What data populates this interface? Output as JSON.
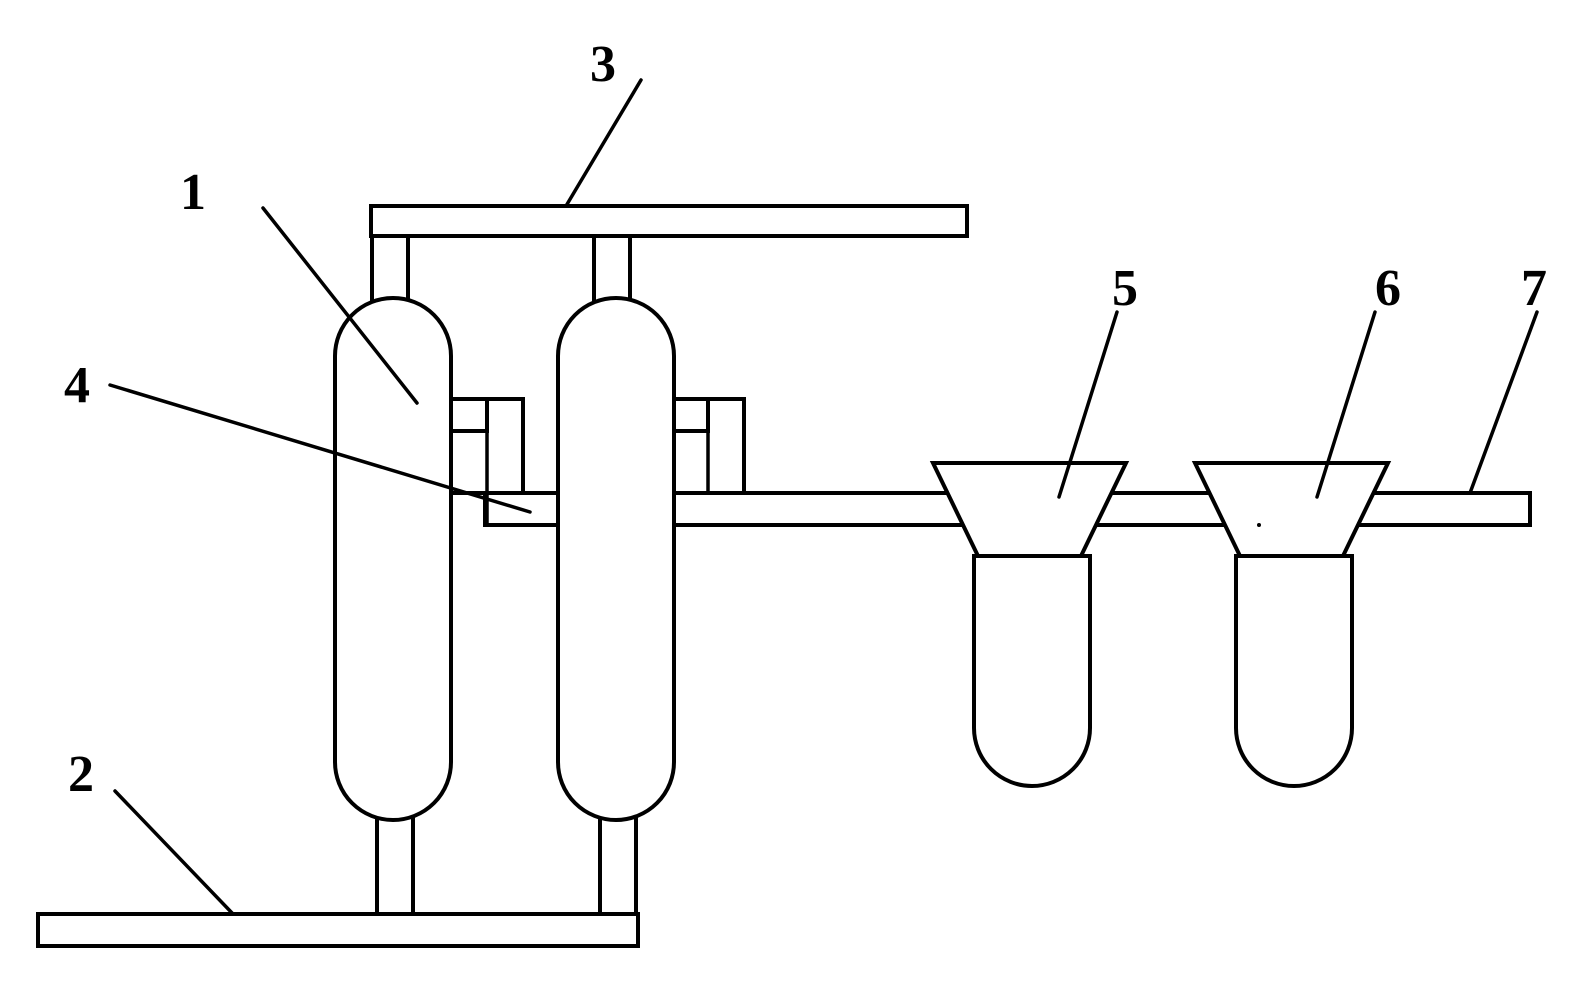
{
  "labels": {
    "l1": "1",
    "l2": "2",
    "l3": "3",
    "l4": "4",
    "l5": "5",
    "l6": "6",
    "l7": "7"
  },
  "colors": {
    "stroke": "#000000",
    "fill": "#ffffff"
  }
}
